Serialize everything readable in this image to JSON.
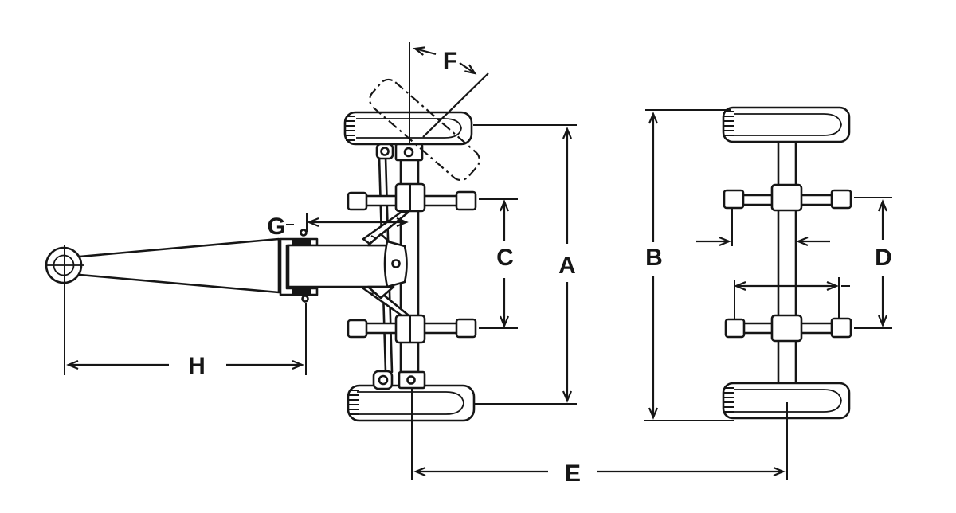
{
  "figure": {
    "type": "technical-dimension-diagram",
    "subject": "wagon running gear plan views with dimension callouts",
    "background_color": "#ffffff",
    "ink_color": "#161616",
    "labels": {
      "A": "A",
      "B": "B",
      "C": "C",
      "D": "D",
      "E": "E",
      "F": "F",
      "G": "G",
      "H": "H"
    }
  }
}
